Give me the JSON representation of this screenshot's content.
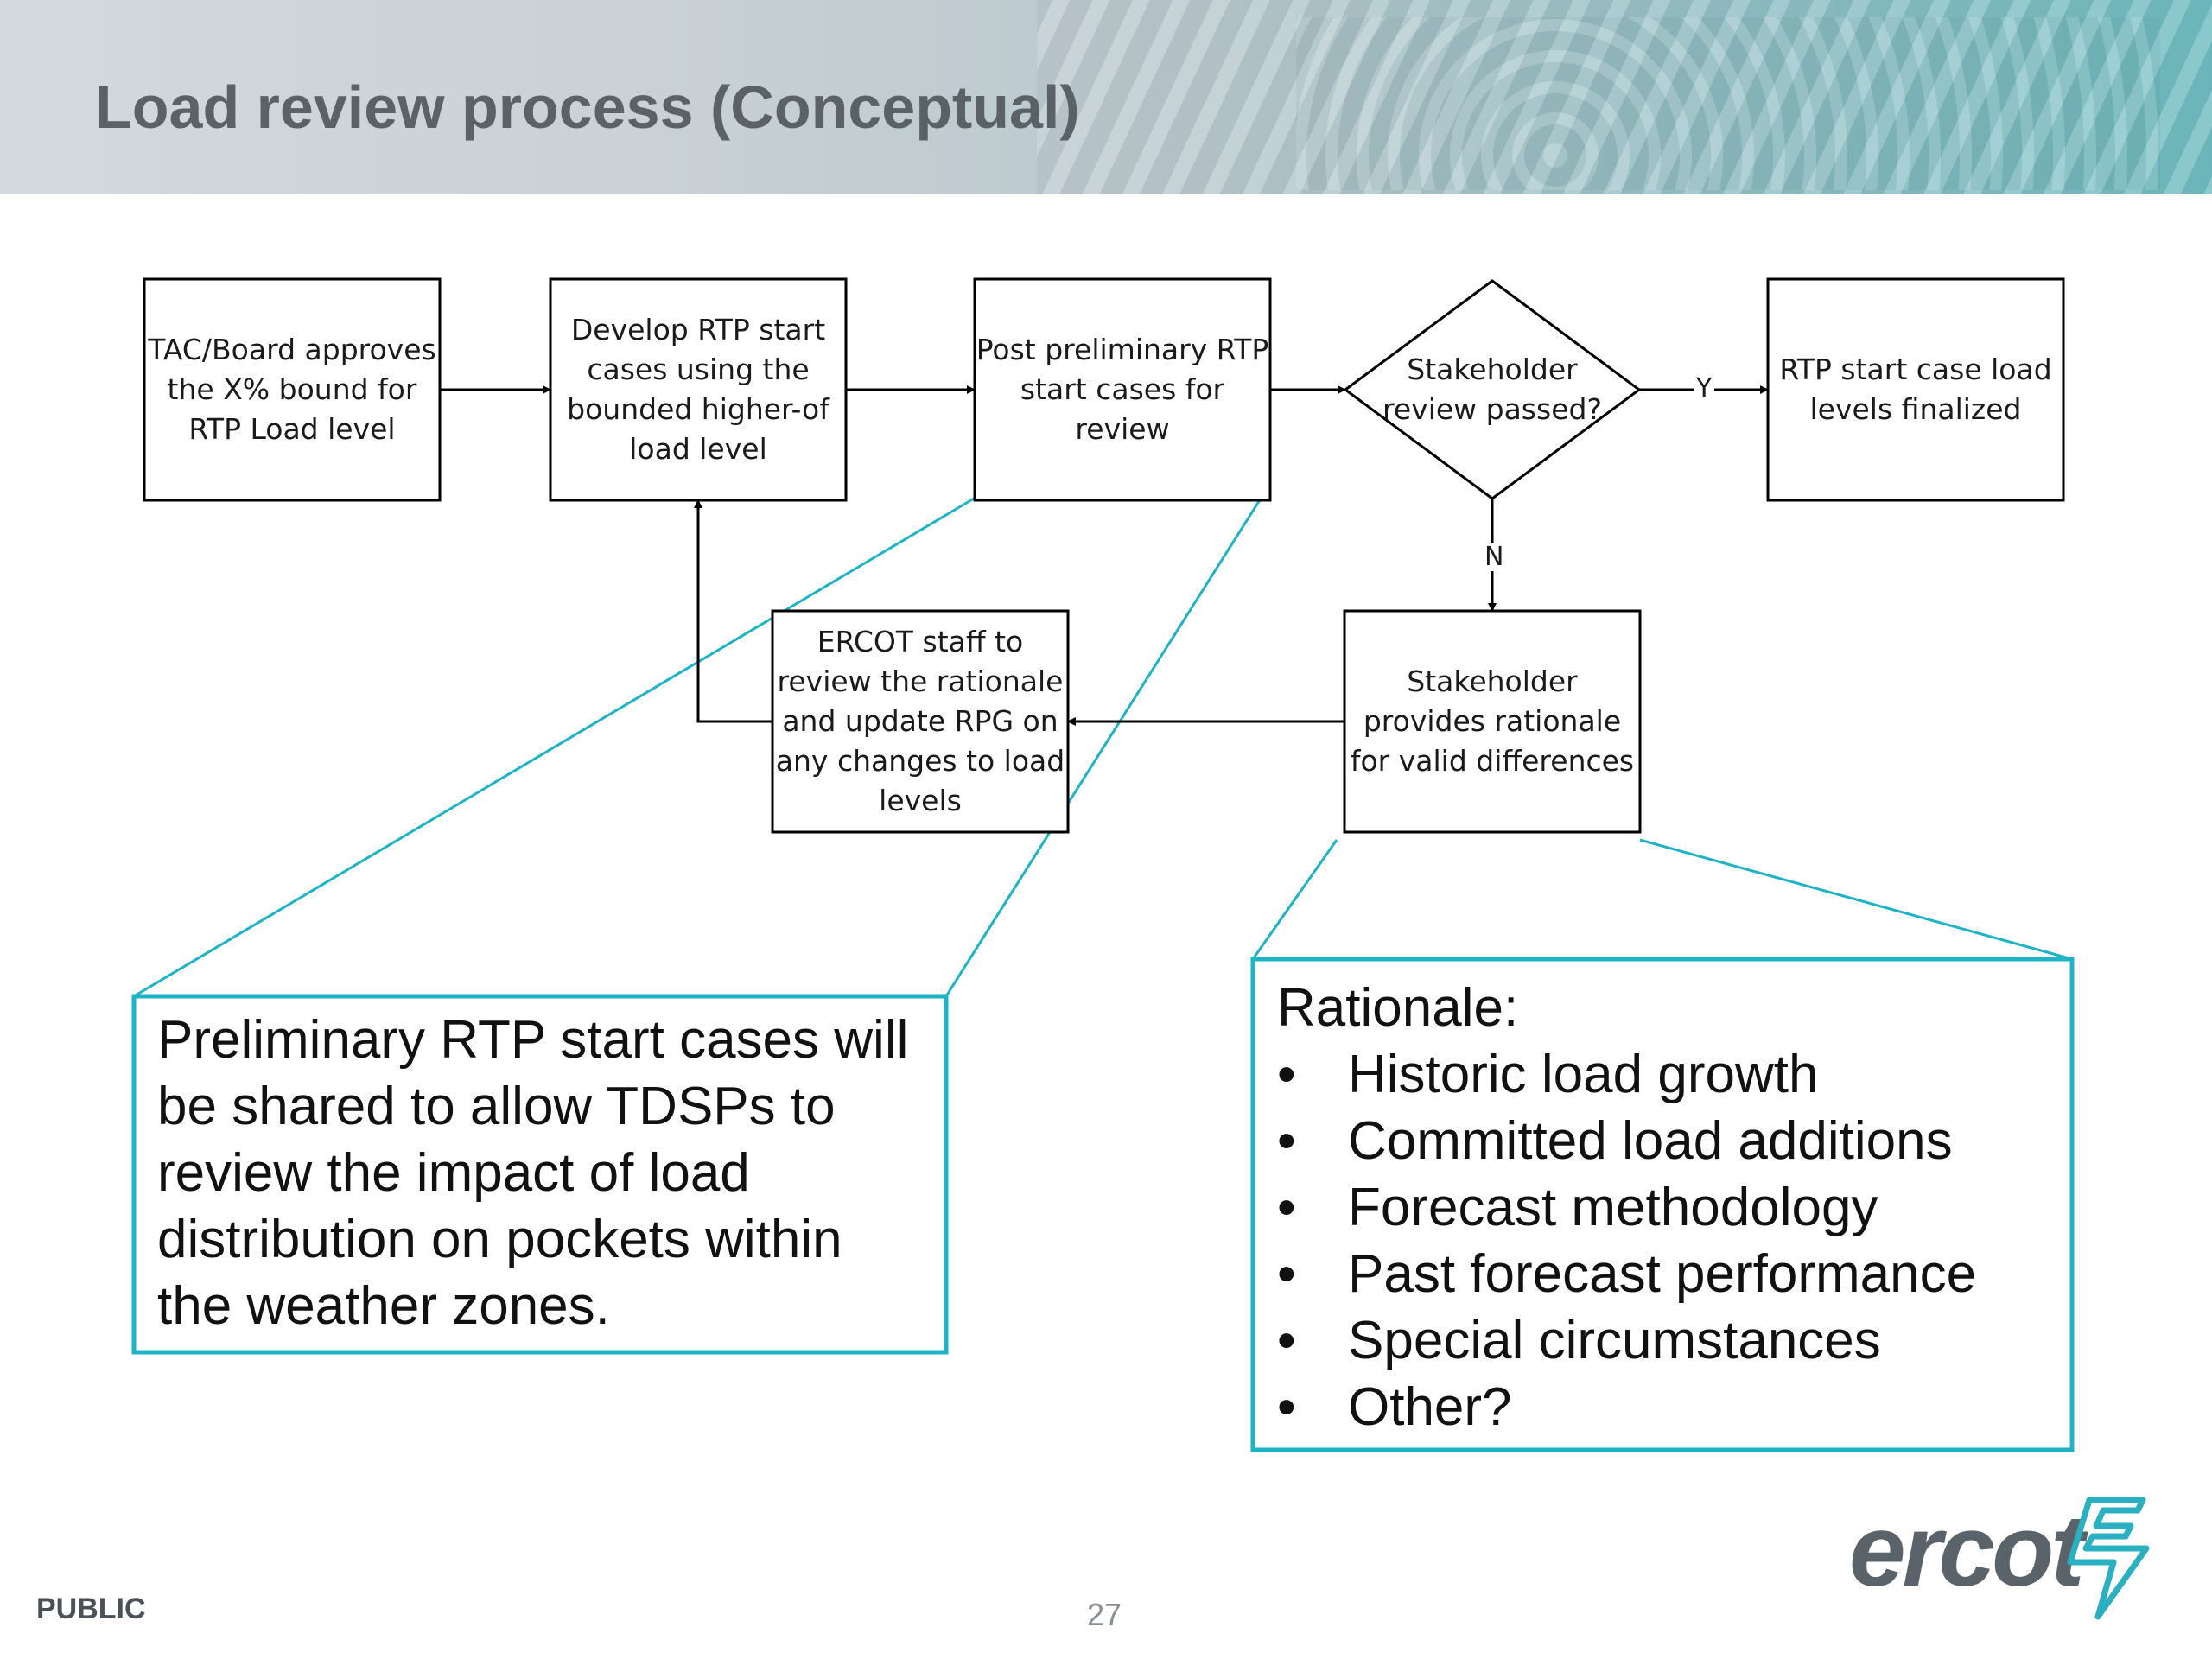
{
  "header": {
    "title": "Load review process (Conceptual)"
  },
  "flowchart": {
    "nodes": {
      "tac_board": "TAC/Board approves\nthe X% bound for\nRTP Load level",
      "develop": "Develop RTP start\ncases using the\nbounded higher-of\nload level",
      "post": "Post preliminary RTP\nstart cases for\nreview",
      "decision": "Stakeholder\nreview passed?",
      "finalized": "RTP start case load\nlevels finalized",
      "stakeholder_rationale": "Stakeholder\nprovides rationale\nfor valid differences",
      "ercot_review": "ERCOT staff to\nreview the rationale\nand update RPG on\nany changes to load\nlevels"
    },
    "edge_labels": {
      "yes": "Y",
      "no": "N"
    }
  },
  "callouts": {
    "left": "Preliminary RTP start cases will be shared to allow TDSPs to review the impact of load distribution on pockets within the weather zones.",
    "right": {
      "heading": "Rationale:",
      "bullet_char": "•",
      "items": [
        "Historic load growth",
        "Committed load additions",
        "Forecast methodology",
        "Past forecast performance",
        "Special circumstances",
        "Other?"
      ]
    }
  },
  "footer": {
    "classification": "PUBLIC",
    "page": "27"
  },
  "logo": {
    "text": "ercot"
  },
  "colors": {
    "callout_border": "#1fb3c6",
    "title": "#5a6167",
    "lines": "#000000"
  }
}
